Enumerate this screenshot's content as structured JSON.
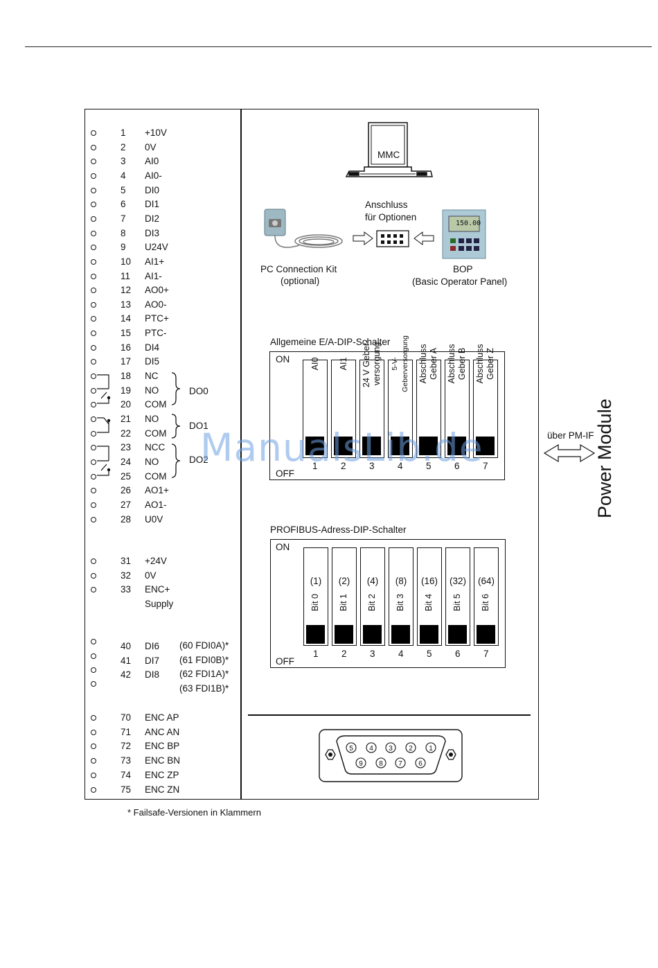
{
  "terminals_group1": [
    {
      "num": "1",
      "label": "+10V"
    },
    {
      "num": "2",
      "label": "0V"
    },
    {
      "num": "3",
      "label": "AI0"
    },
    {
      "num": "4",
      "label": "AI0-"
    },
    {
      "num": "5",
      "label": "DI0"
    },
    {
      "num": "6",
      "label": "DI1"
    },
    {
      "num": "7",
      "label": "DI2"
    },
    {
      "num": "8",
      "label": "DI3"
    },
    {
      "num": "9",
      "label": "U24V"
    },
    {
      "num": "10",
      "label": "AI1+"
    },
    {
      "num": "11",
      "label": "AI1-"
    },
    {
      "num": "12",
      "label": "AO0+"
    },
    {
      "num": "13",
      "label": "AO0-"
    },
    {
      "num": "14",
      "label": "PTC+"
    },
    {
      "num": "15",
      "label": "PTC-"
    },
    {
      "num": "16",
      "label": "DI4"
    },
    {
      "num": "17",
      "label": "DI5"
    },
    {
      "num": "18",
      "label": "NC"
    },
    {
      "num": "19",
      "label": "NO"
    },
    {
      "num": "20",
      "label": "COM"
    },
    {
      "num": "21",
      "label": "NO"
    },
    {
      "num": "22",
      "label": "COM"
    },
    {
      "num": "23",
      "label": "NCC"
    },
    {
      "num": "24",
      "label": "NO"
    },
    {
      "num": "25",
      "label": "COM"
    },
    {
      "num": "26",
      "label": "AO1+"
    },
    {
      "num": "27",
      "label": "AO1-"
    },
    {
      "num": "28",
      "label": "U0V"
    }
  ],
  "relay_groups": [
    "DO0",
    "DO1",
    "DO2"
  ],
  "terminals_group2": [
    {
      "num": "31",
      "label": "+24V"
    },
    {
      "num": "32",
      "label": "0V"
    },
    {
      "num": "33",
      "label": "ENC+"
    }
  ],
  "supply_label": "Supply",
  "terminals_group3": [
    {
      "num": "40",
      "label": "DI6",
      "failsafe": "(60  FDI0A)*"
    },
    {
      "num": "41",
      "label": "DI7",
      "failsafe": "(61  FDI0B)*"
    },
    {
      "num": "42",
      "label": "DI8",
      "failsafe": "(62  FDI1A)*"
    }
  ],
  "failsafe_extra": "(63  FDI1B)*",
  "terminals_group4": [
    {
      "num": "70",
      "label": "ENC AP"
    },
    {
      "num": "71",
      "label": "ANC AN"
    },
    {
      "num": "72",
      "label": "ENC BP"
    },
    {
      "num": "73",
      "label": "ENC BN"
    },
    {
      "num": "74",
      "label": "ENC ZP"
    },
    {
      "num": "75",
      "label": "ENC ZN"
    }
  ],
  "footnote": "* Failsafe-Versionen in Klammern",
  "mmc_label": "MMC",
  "options_label_1": "Anschluss",
  "options_label_2": "für Optionen",
  "pc_kit_1": "PC Connection Kit",
  "pc_kit_2": "(optional)",
  "bop_1": "BOP",
  "bop_2": "(Basic Operator Panel)",
  "bop_display": "150.00",
  "dip_io": {
    "title": "Allgemeine E/A-DIP-Schalter",
    "on": "ON",
    "off": "OFF",
    "switches": [
      {
        "l1": "AI0",
        "l2": ""
      },
      {
        "l1": "AI1",
        "l2": ""
      },
      {
        "l1": "24 V Geber-",
        "l2": "versorgung"
      },
      {
        "l1": "5-V-",
        "l2": "Geberversorgung"
      },
      {
        "l1": "Abschluss",
        "l2": "Geber A"
      },
      {
        "l1": "Abschluss",
        "l2": "Geber B"
      },
      {
        "l1": "Abschluss",
        "l2": "Geber Z"
      }
    ],
    "numbers": [
      "1",
      "2",
      "3",
      "4",
      "5",
      "6",
      "7"
    ]
  },
  "dip_profibus": {
    "title": "PROFIBUS-Adress-DIP-Schalter",
    "on": "ON",
    "off": "OFF",
    "switches": [
      {
        "value": "(1)",
        "bit": "Bit 0"
      },
      {
        "value": "(2)",
        "bit": "Bit 1"
      },
      {
        "value": "(4)",
        "bit": "Bit 2"
      },
      {
        "value": "(8)",
        "bit": "Bit 3"
      },
      {
        "value": "(16)",
        "bit": "Bit 4"
      },
      {
        "value": "(32)",
        "bit": "Bit 5"
      },
      {
        "value": "(64)",
        "bit": "Bit 6"
      }
    ],
    "numbers": [
      "1",
      "2",
      "3",
      "4",
      "5",
      "6",
      "7"
    ]
  },
  "pm_if_label": "über PM-IF",
  "power_module": "Power Module",
  "dsub_pins_top": [
    "5",
    "4",
    "3",
    "2",
    "1"
  ],
  "dsub_pins_bottom": [
    "9",
    "8",
    "7",
    "6"
  ],
  "watermark": "ManualsLib.de"
}
